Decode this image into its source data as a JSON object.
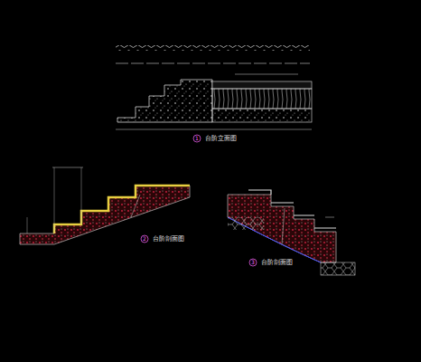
{
  "diagram": {
    "labels": [
      "1",
      "台阶立面图",
      "2",
      "台阶剖面图",
      "3",
      "台阶剖面图"
    ]
  }
}
